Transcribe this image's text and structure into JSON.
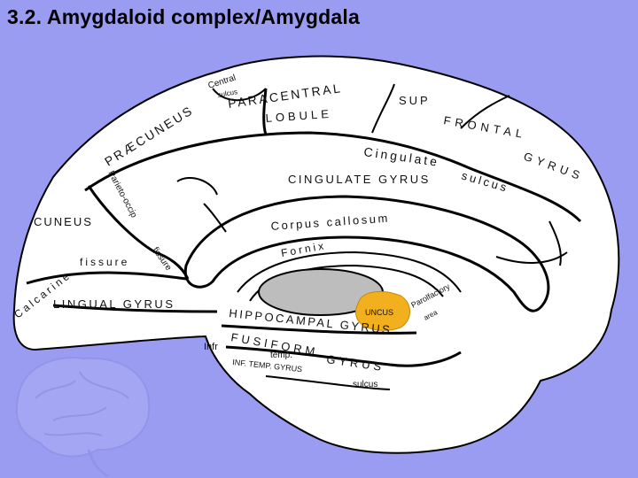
{
  "slide": {
    "title": "3.2. Amygdaloid complex/Amygdala"
  },
  "colors": {
    "background": "#9a9cf2",
    "brain_fill": "#ffffff",
    "uncus_fill": "#f2b01e",
    "thalamus_fill": "#bdbdbd",
    "outline": "#000000"
  },
  "icons": {
    "watermark": "brain-watermark-icon"
  },
  "labels": {
    "central": "Central",
    "sulcus_small": "sulcus",
    "paracentral": "PARACENTRAL",
    "lobule": "LOBULE",
    "sup": "SUP",
    "frontal": "FRONTAL",
    "gyrus_frontal": "GYRUS",
    "praecuneus": "PRÆCUNEUS",
    "parieto_occip": "Parieto-occip",
    "cingulate": "Cingulate",
    "cingulate_sulcus": "sulcus",
    "cingulate_gyrus": "CINGULATE GYRUS",
    "cuneus": "CUNEUS",
    "corpus_callosum": "Corpus callosum",
    "fornix": "Fornix",
    "fissure": "fissure",
    "fissure2": "fissure",
    "calcarine": "Calcarine",
    "lingual_gyrus": "LINGUAL GYRUS",
    "uncus": "UNCUS",
    "parolfactory": "Parolfactory",
    "area": "area",
    "hippocampal_gyrus": "HIPPOCAMPAL GYRUS",
    "fusiform": "FUSIFORM",
    "fusiform_gyrus": "GYRUS",
    "infr": "Infr",
    "temp": "temp.",
    "inf_temp_gyrus": "INF. TEMP. GYRUS",
    "sulcus_bottom": "sulcus"
  }
}
